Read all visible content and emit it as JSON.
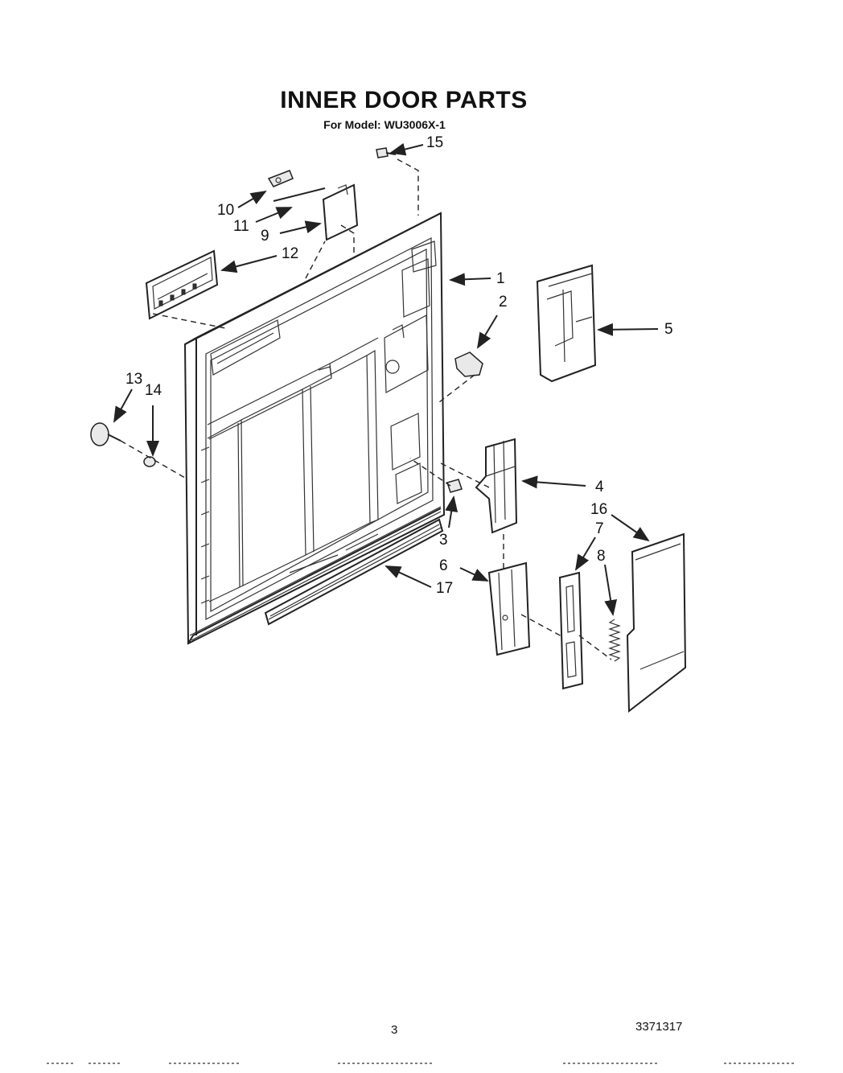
{
  "header": {
    "title": "INNER DOOR PARTS",
    "subtitle": "For Model: WU3006X-1"
  },
  "callouts": {
    "p1": "1",
    "p2": "2",
    "p3": "3",
    "p4": "4",
    "p5": "5",
    "p6": "6",
    "p7": "7",
    "p8": "8",
    "p9": "9",
    "p10": "10",
    "p11": "11",
    "p12": "12",
    "p13": "13",
    "p14": "14",
    "p15": "15",
    "p16": "16",
    "p17": "17"
  },
  "footer": {
    "page_number": "3",
    "doc_number": "3371317"
  }
}
